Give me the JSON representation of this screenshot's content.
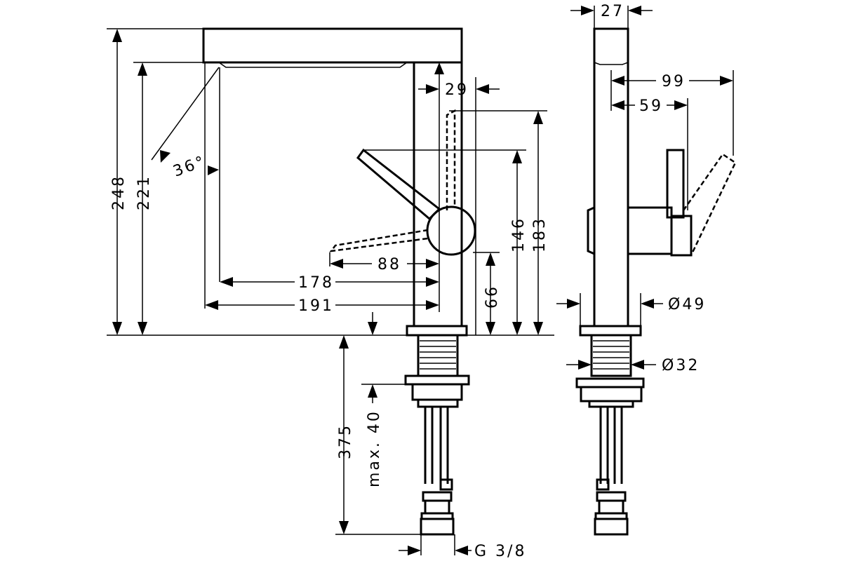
{
  "dimensions": {
    "d248": "248",
    "d221": "221",
    "angle": "36°",
    "d29": "29",
    "d183": "183",
    "d146": "146",
    "d88": "88",
    "d178": "178",
    "d191": "191",
    "d66": "66",
    "d375": "375",
    "max40": "max. 40",
    "thread": "G 3/8",
    "d27": "27",
    "d99": "99",
    "d59": "59",
    "dia49": "Ø49",
    "dia32": "Ø32"
  }
}
